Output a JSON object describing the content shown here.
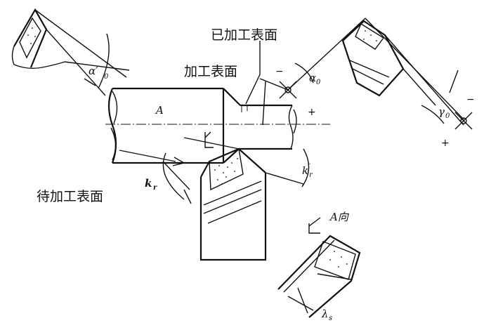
{
  "labels": {
    "machined_surface": "已加工表面",
    "cutting_surface": "加工表面",
    "work_surface": "待加工表面",
    "view_a": "A向",
    "section_a": "A"
  },
  "angles": {
    "alpha0_prime": "α′",
    "alpha0_prime_sub": "0",
    "alpha0": "α",
    "alpha0_sub": "0",
    "gamma0": "γ",
    "gamma0_sub": "0",
    "kr": "k",
    "kr_sub": "r",
    "kr_prime": "k",
    "kr_prime_sup": "′",
    "kr_prime_sub": "r",
    "lambda_s": "λ",
    "lambda_s_sub": "s"
  },
  "signs": {
    "minus_top": "−",
    "plus_top": "+",
    "minus_right": "−",
    "plus_right": "+"
  }
}
